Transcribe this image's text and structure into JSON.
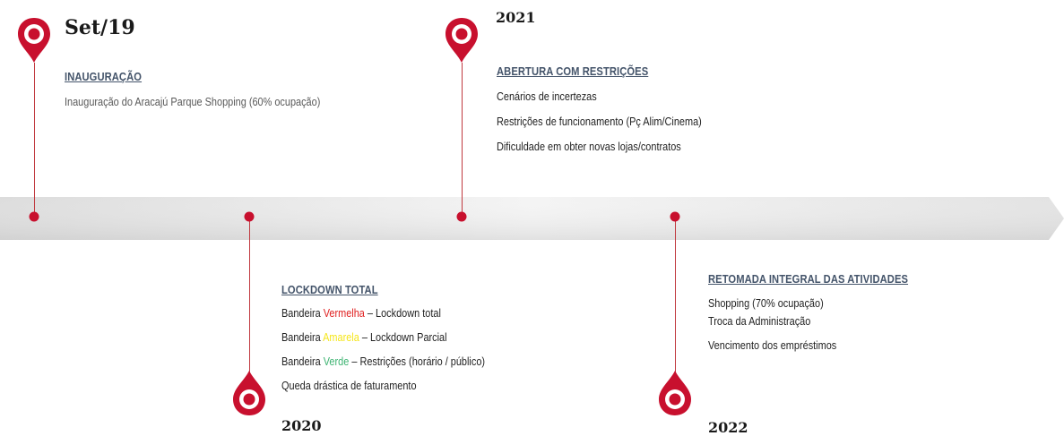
{
  "colors": {
    "accent": "#c8102e",
    "heading": "#44546a",
    "red_flag": "#e02020",
    "yellow_flag": "#f5e61a",
    "green_flag": "#3cb371"
  },
  "events": [
    {
      "year": "Set/19",
      "icon": "map-pin-icon",
      "heading": "INAUGURAÇÃO",
      "lines": [
        "Inauguração do Aracajú Parque Shopping (60% ocupação)"
      ]
    },
    {
      "year": "2020",
      "icon": "map-pin-icon",
      "heading": "LOCKDOWN TOTAL",
      "flags": [
        {
          "prefix": "Bandeira ",
          "color_word": "Vermelha",
          "suffix": " – Lockdown total"
        },
        {
          "prefix": "Bandeira ",
          "color_word": "Amarela",
          "suffix": " – Lockdown Parcial"
        },
        {
          "prefix": "Bandeira ",
          "color_word": "Verde",
          "suffix": " – Restrições (horário / público)"
        }
      ],
      "lines": [
        "Queda drástica de faturamento"
      ]
    },
    {
      "year": "2021",
      "icon": "map-pin-icon",
      "heading": "ABERTURA COM RESTRIÇÕES",
      "lines": [
        "Cenários de incertezas",
        "Restrições de funcionamento  (Pç Alim/Cinema)",
        "Dificuldade em obter novas lojas/contratos"
      ]
    },
    {
      "year": "2022",
      "icon": "map-pin-icon",
      "heading": "RETOMADA INTEGRAL DAS ATIVIDADES",
      "lines": [
        "Shopping (70% ocupação)",
        "Troca da Administração",
        "Vencimento dos empréstimos"
      ]
    }
  ]
}
